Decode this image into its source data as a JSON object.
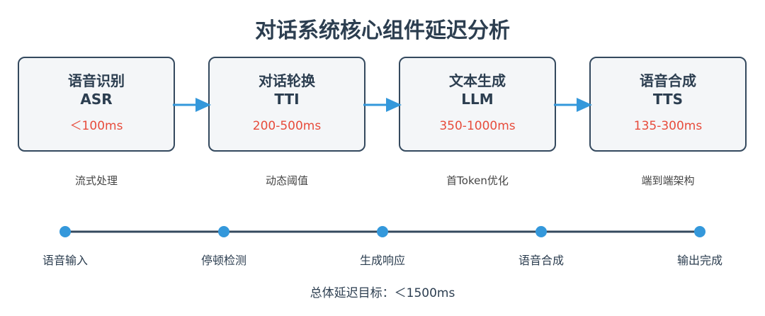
{
  "title": "对话系统核心组件延迟分析",
  "stages": [
    {
      "name": "语音识别",
      "abbr": "ASR",
      "latency": "＜100ms",
      "note": "流式处理"
    },
    {
      "name": "对话轮换",
      "abbr": "TTI",
      "latency": "200-500ms",
      "note": "动态阈值"
    },
    {
      "name": "文本生成",
      "abbr": "LLM",
      "latency": "350-1000ms",
      "note": "首Token优化"
    },
    {
      "name": "语音合成",
      "abbr": "TTS",
      "latency": "135-300ms",
      "note": "端到端架构"
    }
  ],
  "timeline": [
    "语音输入",
    "停顿检测",
    "生成响应",
    "语音合成",
    "输出完成"
  ],
  "total": "总体延迟目标：＜1500ms",
  "colors": {
    "box_border": "#34495e",
    "box_fill": "#f4f6f8",
    "arrow": "#3498db",
    "latency": "#e74c3c",
    "timeline_dot": "#3498db",
    "timeline_line": "#34495e"
  }
}
